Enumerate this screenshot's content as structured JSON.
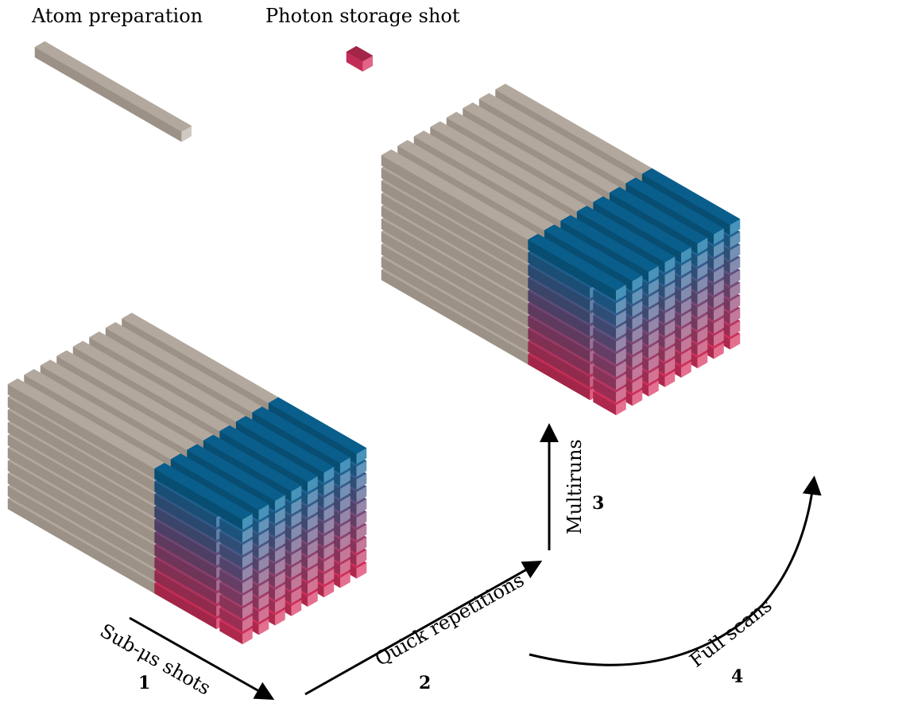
{
  "legend": {
    "atom_preparation": "Atom preparation",
    "photon_storage_shot": "Photon storage shot"
  },
  "steps": [
    {
      "label": "Sub-μs shots",
      "number": "1"
    },
    {
      "label": "Quick repetitions",
      "number": "2"
    },
    {
      "label": "Multiruns",
      "number": "3"
    },
    {
      "label": "Full scans",
      "number": "4"
    }
  ],
  "colors": {
    "atom_preparation": "#a79c90",
    "shot_top": "#0b6fa3",
    "shot_bottom": "#d8325f",
    "arrow": "#000000"
  },
  "structure": {
    "blocks": 2,
    "stacked_layers": 10,
    "bars_per_layer": 8,
    "shots_per_bar": 5
  }
}
